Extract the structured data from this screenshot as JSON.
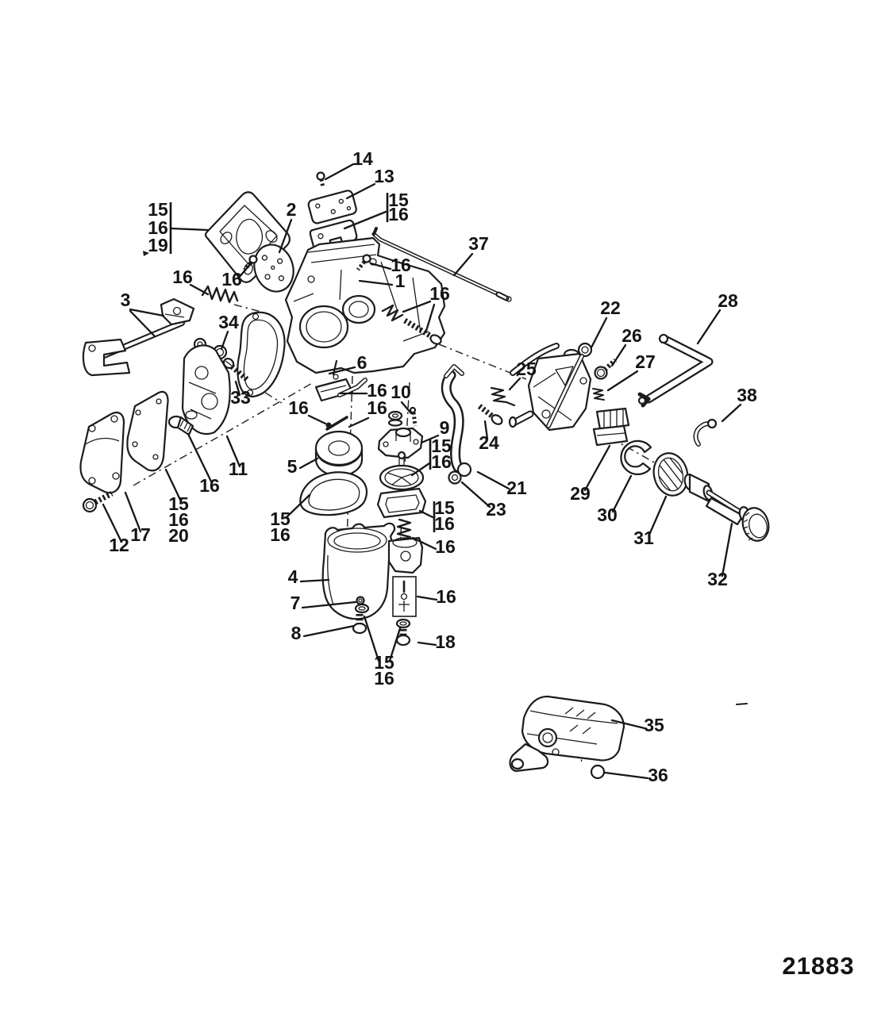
{
  "figure": {
    "type": "exploded-parts-diagram",
    "subject": "carburetor assembly line drawing",
    "drawing_number": "21883"
  },
  "part_numbers": {
    "1": "1",
    "2": "2",
    "3": "3",
    "4": "4",
    "5": "5",
    "6": "6",
    "7": "7",
    "8": "8",
    "9": "9",
    "10": "10",
    "11": "11",
    "12": "12",
    "13": "13",
    "14": "14",
    "15": "15",
    "16": "16",
    "17": "17",
    "18": "18",
    "19": "19",
    "20": "20",
    "21": "21",
    "22": "22",
    "23": "23",
    "24": "24",
    "25": "25",
    "26": "26",
    "27": "27",
    "28": "28",
    "29": "29",
    "30": "30",
    "31": "31",
    "32": "32",
    "33": "33",
    "34": "34",
    "35": "35",
    "36": "36",
    "37": "37",
    "38": "38"
  },
  "callout_instances": [
    "14",
    "13",
    "15 16",
    "2",
    "15 16 19",
    "16",
    "16",
    "3",
    "34",
    "33",
    "16",
    "1",
    "37",
    "16",
    "6",
    "16",
    "10",
    "16",
    "16",
    "9",
    "15 16",
    "24",
    "25",
    "21",
    "23",
    "22",
    "26",
    "27",
    "28",
    "38",
    "29",
    "30",
    "31",
    "32",
    "5",
    "11",
    "16",
    "15 16 20",
    "17",
    "12",
    "15 16",
    "15 16",
    "16",
    "4",
    "16",
    "7",
    "8",
    "18",
    "15 16",
    "35",
    "36"
  ]
}
